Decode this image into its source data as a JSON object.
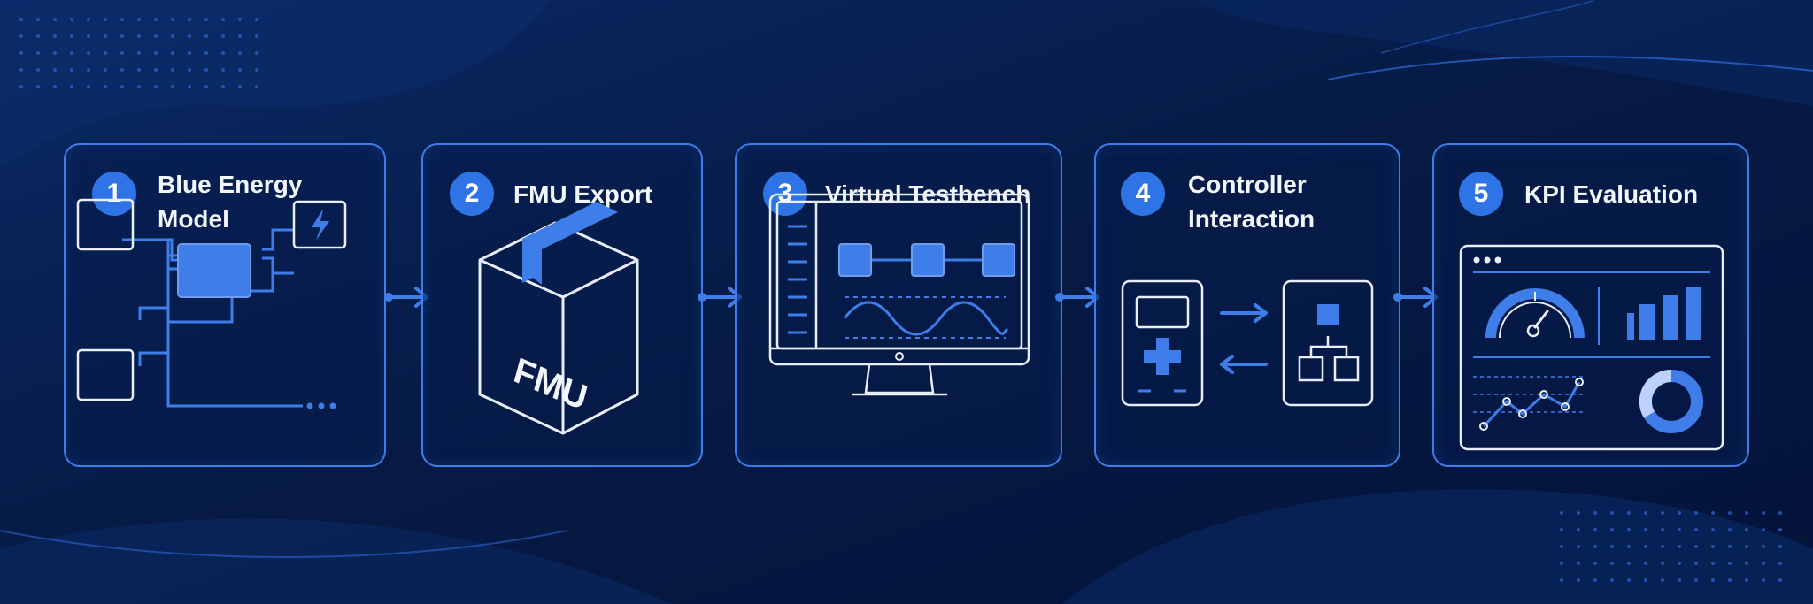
{
  "steps": [
    {
      "number": "1",
      "title_line1": "Blue Energy",
      "title_line2": "Model",
      "icon": "network-diagram-icon"
    },
    {
      "number": "2",
      "title_line1": "FMU Export",
      "icon": "package-box-icon",
      "box_label": "FMU"
    },
    {
      "number": "3",
      "title_line1": "Virtual Testbench",
      "icon": "monitor-testbench-icon"
    },
    {
      "number": "4",
      "title_line1": "Controller",
      "title_line2": "Interaction",
      "icon": "controller-exchange-icon"
    },
    {
      "number": "5",
      "title_line1": "KPI Evaluation",
      "icon": "dashboard-icon"
    }
  ],
  "colors": {
    "background": "#061a44",
    "card_border": "#3f7de8",
    "accent": "#2f74e6",
    "line": "#e8eefc"
  }
}
